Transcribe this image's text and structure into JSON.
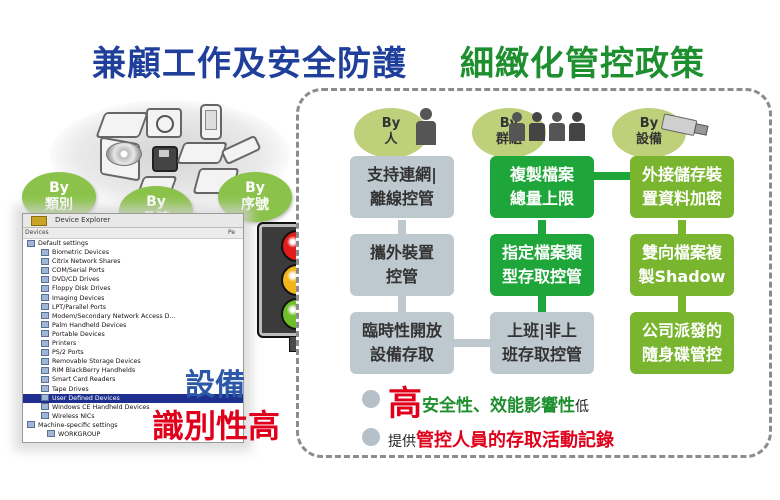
{
  "title": {
    "part_a": "兼顧工作及安全防護",
    "part_b": "細緻化管控政策"
  },
  "left": {
    "bubbles": [
      {
        "by": "By",
        "label": "類別"
      },
      {
        "by": "By",
        "label": "品牌"
      },
      {
        "by": "By",
        "label": "序號"
      }
    ],
    "explorer": {
      "title": "Device Explorer",
      "col_devices": "Devices",
      "col_pe": "Pe",
      "items": [
        "Default settings",
        "Biometric Devices",
        "Citrix Network Shares",
        "COM/Serial Ports",
        "DVD/CD Drives",
        "Floppy Disk Drives",
        "Imaging Devices",
        "LPT/Parallel Ports",
        "Modem/Secondary Network Access D...",
        "Palm Handheld Devices",
        "Portable Devices",
        "Printers",
        "PS/2 Ports",
        "Removable Storage Devices",
        "RIM BlackBerry Handhelds",
        "Smart Card Readers",
        "Tape Drives",
        "User Defined Devices",
        "Windows CE Handheld Devices",
        "Wireless NICs",
        "Machine-specific settings",
        "WORKGROUP"
      ],
      "selected_index": 17
    },
    "caption_device": "設備",
    "caption_identification": "識別性高"
  },
  "traffic_light": {
    "colors": [
      "#e21b1b",
      "#f2b61c",
      "#6fbf2a"
    ]
  },
  "policy": {
    "headers": [
      {
        "by": "By",
        "label": "人"
      },
      {
        "by": "By",
        "label": "群組"
      },
      {
        "by": "By",
        "label": "設備"
      }
    ],
    "boxes": {
      "c1r1": [
        "支持連網|",
        "離線控管"
      ],
      "c1r2": [
        "攜外裝置",
        "控管"
      ],
      "c1r3": [
        "臨時性開放",
        "設備存取"
      ],
      "c2r1": [
        "複製檔案",
        "總量上限"
      ],
      "c2r2": [
        "指定檔案類",
        "型存取控管"
      ],
      "c2r3": [
        "上班|非上",
        "班存取控管"
      ],
      "c3r1": [
        "外接儲存裝",
        "置資料加密"
      ],
      "c3r2": [
        "雙向檔案複",
        "製Shadow"
      ],
      "c3r3": [
        "公司派發的",
        "隨身碟管控"
      ]
    },
    "bullet1": {
      "high": "高",
      "text": "安全性、效能影響性",
      "low": "低"
    },
    "bullet2": {
      "prefix": "提供",
      "emph": "管控人員的存取活動記錄"
    },
    "colors": {
      "gray": "#bec8cf",
      "green": "#1fa63a",
      "lime": "#7ab52f",
      "red": "#e0001b"
    }
  }
}
